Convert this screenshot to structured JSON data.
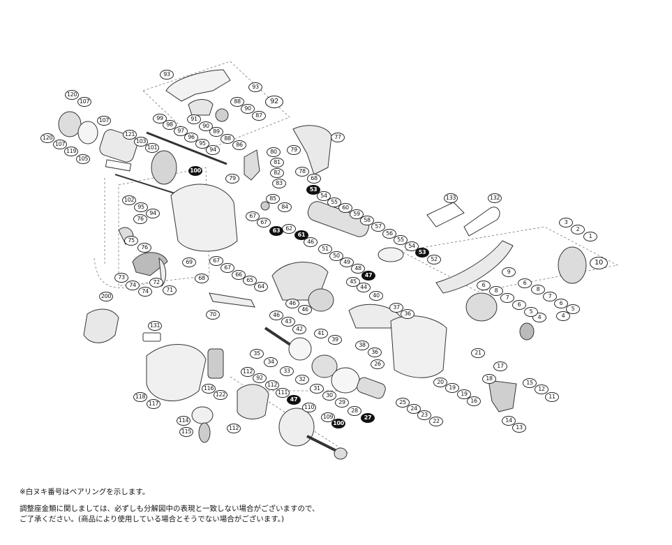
{
  "callouts": {
    "c1": "1",
    "c2": "2",
    "c3": "3",
    "c4a": "4",
    "c4b": "4",
    "c5a": "5",
    "c5b": "5",
    "c6a": "6",
    "c6b": "6",
    "c6c": "6",
    "c6d": "6",
    "c7a": "7",
    "c7b": "7",
    "c8a": "8",
    "c8b": "8",
    "c9": "9",
    "c10": "10",
    "c11": "11",
    "c12": "12",
    "c13": "13",
    "c14": "14",
    "c15": "15",
    "c16": "16",
    "c17": "17",
    "c18": "18",
    "c19a": "19",
    "c19b": "19",
    "c20": "20",
    "c21": "21",
    "c22": "22",
    "c23": "23",
    "c24": "24",
    "c25": "25",
    "c26": "26",
    "c27": "27",
    "c28": "28",
    "c29": "29",
    "c30": "30",
    "c31": "31",
    "c32": "32",
    "c33": "33",
    "c34": "34",
    "c35": "35",
    "c36a": "36",
    "c36b": "36",
    "c37": "37",
    "c38": "38",
    "c39": "39",
    "c40": "40",
    "c41": "41",
    "c42": "42",
    "c43": "43",
    "c44": "44",
    "c45": "45",
    "c46a": "46",
    "c46b": "46",
    "c46c": "46",
    "c46d": "46",
    "c47a": "47",
    "c47b": "47",
    "c48": "48",
    "c49": "49",
    "c50": "50",
    "c51": "51",
    "c52": "52",
    "c53a": "53",
    "c53b": "53",
    "c54a": "54",
    "c54b": "54",
    "c55a": "55",
    "c55b": "55",
    "c56": "56",
    "c57": "57",
    "c58": "58",
    "c59": "59",
    "c60": "60",
    "c61": "61",
    "c62": "62",
    "c63": "63",
    "c64": "64",
    "c65": "65",
    "c66": "66",
    "c67a": "67",
    "c67b": "67",
    "c67c": "67",
    "c67d": "67",
    "c68a": "68",
    "c68b": "68",
    "c69": "69",
    "c70": "70",
    "c71": "71",
    "c72": "72",
    "c73": "73",
    "c74a": "74",
    "c74b": "74",
    "c75": "75",
    "c76a": "76",
    "c76b": "76",
    "c77": "77",
    "c78": "78",
    "c79a": "79",
    "c79b": "79",
    "c80": "80",
    "c81": "81",
    "c82": "82",
    "c83": "83",
    "c84": "84",
    "c85": "85",
    "c86": "86",
    "c87": "87",
    "c88a": "88",
    "c88b": "88",
    "c89": "89",
    "c90a": "90",
    "c90b": "90",
    "c91": "91",
    "c92a": "92",
    "c92b": "92",
    "c93a": "93",
    "c93b": "93",
    "c94a": "94",
    "c94b": "94",
    "c95a": "95",
    "c95b": "95",
    "c96": "96",
    "c97": "97",
    "c98": "98",
    "c99": "99",
    "c100a": "100",
    "c100b": "100",
    "c101": "101",
    "c102": "102",
    "c103": "103",
    "c105": "105",
    "c107a": "107",
    "c107b": "107",
    "c107c": "107",
    "c109": "109",
    "c110": "110",
    "c111": "111",
    "c112a": "112",
    "c112b": "112",
    "c112c": "112",
    "c114": "114",
    "c115": "115",
    "c116": "116",
    "c117": "117",
    "c118": "118",
    "c119": "119",
    "c120a": "120",
    "c120b": "120",
    "c121": "121",
    "c122": "122",
    "c131": "131",
    "c132": "132",
    "c133": "133",
    "c200": "200"
  },
  "notes": {
    "bearing_note": "※白ヌキ番号はベアリングを示します。",
    "line1": "調整座金類に関しましては、必ずしも分解図中の表現と一致しない場合がございますので、",
    "line2": "ご了承ください。(商品により使用している場合とそうでない場合がございます。)"
  },
  "colors": {
    "line": "#333333",
    "part_fill": "#eeeeee",
    "dark": "#444444",
    "bearing_label": "#111111"
  }
}
